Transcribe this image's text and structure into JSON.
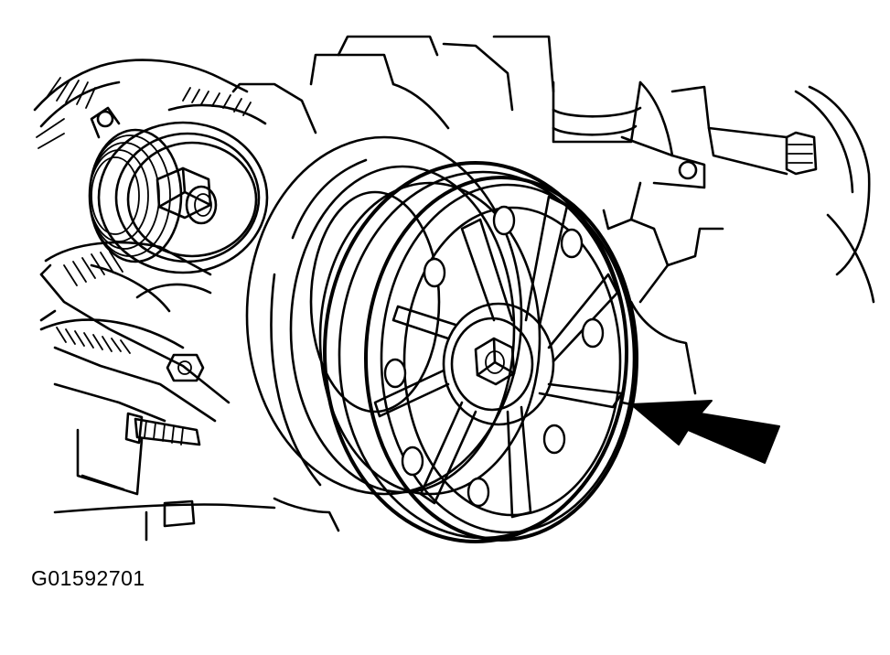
{
  "figure": {
    "code": "G01592701",
    "colors": {
      "line": "#000000",
      "background": "#ffffff"
    },
    "components": [
      "idler-pulley",
      "crankshaft-pulley",
      "pulley-bolt",
      "indicator-arrow",
      "engine-block"
    ]
  }
}
